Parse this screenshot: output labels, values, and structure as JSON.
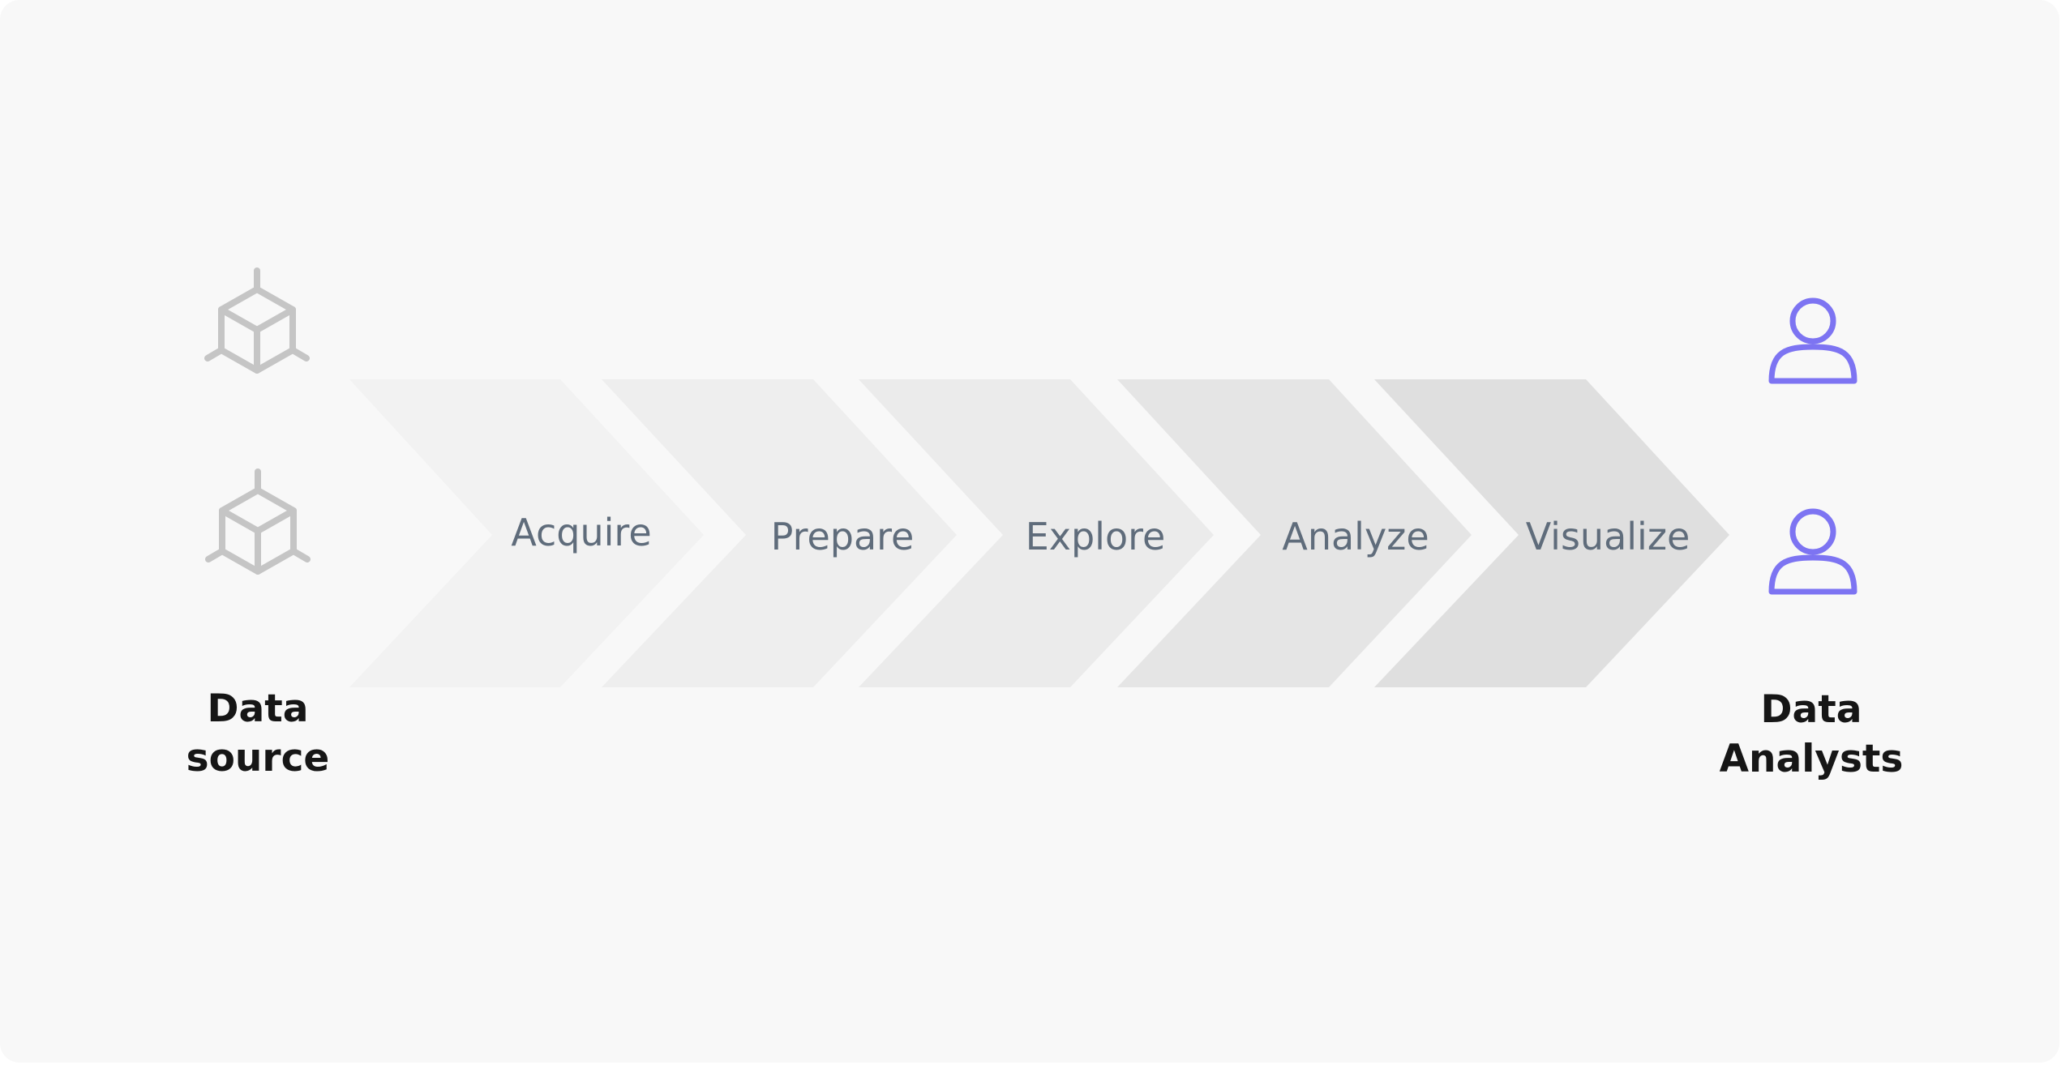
{
  "diagram": {
    "source": {
      "label_line1": "Data",
      "label_line2": "source",
      "icon": "cube-network-icon",
      "icon_color": "#c5c5c5"
    },
    "stages": [
      {
        "label": "Acquire",
        "fill": "#f2f2f2"
      },
      {
        "label": "Prepare",
        "fill": "#eeeeee"
      },
      {
        "label": "Explore",
        "fill": "#ebebeb"
      },
      {
        "label": "Analyze",
        "fill": "#e5e5e5"
      },
      {
        "label": "Visualize",
        "fill": "#dfdfdf"
      }
    ],
    "destination": {
      "label_line1": "Data",
      "label_line2": "Analysts",
      "icon": "user-icon",
      "icon_color": "#7d74f2"
    },
    "colors": {
      "background": "#f8f8f8",
      "stage_text": "#5f6c7b",
      "label_text": "#161616"
    }
  }
}
